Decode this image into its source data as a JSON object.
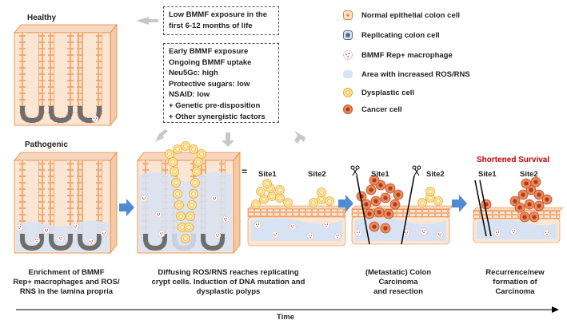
{
  "labels": {
    "healthy": "Healthy",
    "pathogenic": "Pathogenic",
    "shortened_survival": "Shortened Survival",
    "equals": "=",
    "time": "Time"
  },
  "box_top": {
    "lines": [
      "Low BMMF exposure in the",
      "first 6-12 months of life"
    ]
  },
  "box_main": {
    "lines": [
      "Early BMMF exposure",
      "Ongoing BMMF uptake",
      "Neu5Gc: high",
      "Protective sugars: low",
      "NSAID: low",
      "+ Genetic pre-disposition",
      "+ Other synergistic factors"
    ]
  },
  "legend": [
    {
      "icon": "normal-cell-icon",
      "label": "Normal epithelial colon cell"
    },
    {
      "icon": "replicating-cell-icon",
      "label": "Replicating colon cell"
    },
    {
      "icon": "macrophage-icon",
      "label": "BMMF Rep+ macrophage"
    },
    {
      "icon": "ros-area-icon",
      "label": "Area with increased ROS/RNS"
    },
    {
      "icon": "dysplastic-cell-icon",
      "label": "Dysplastic cell"
    },
    {
      "icon": "cancer-cell-icon",
      "label": "Cancer cell"
    }
  ],
  "sites": {
    "s3_site1": "Site1",
    "s3_site2": "Site2",
    "s4_site1": "Site1",
    "s4_site2": "Site2",
    "s5_site1": "Site1",
    "s5_site2": "Site2"
  },
  "captions": {
    "c1": [
      "Enrichment of BMMF",
      "Rep+ macrophages and ROS/",
      "RNS in the lamina propria"
    ],
    "c2": [
      "Diffusing ROS/RNS reaches replicating",
      "crypt cells. Induction of DNA mutation and",
      "dysplastic polyps"
    ],
    "c3": [
      "(Metastatic) Colon",
      "Carcinoma",
      "and resection"
    ],
    "c4": [
      "Recurrence/new",
      "formation of",
      "Carcinoma"
    ]
  },
  "colors": {
    "cell_fill": "#fbe3cf",
    "cell_stroke": "#e8833a",
    "tissue": "#fbe6d4",
    "ros": "#d7e3f3",
    "replicating": "#5a6f8f",
    "dysplastic_fill": "#fde49a",
    "dysplastic_stroke": "#e6a93a",
    "cancer_fill": "#e98a5c",
    "cancer_stroke": "#c0502a",
    "cancer_nucleus": "#b03a1a",
    "arrow_blue": "#4f8ad3",
    "arrow_grey": "#c8c8c8",
    "survival_red": "#c00000"
  }
}
